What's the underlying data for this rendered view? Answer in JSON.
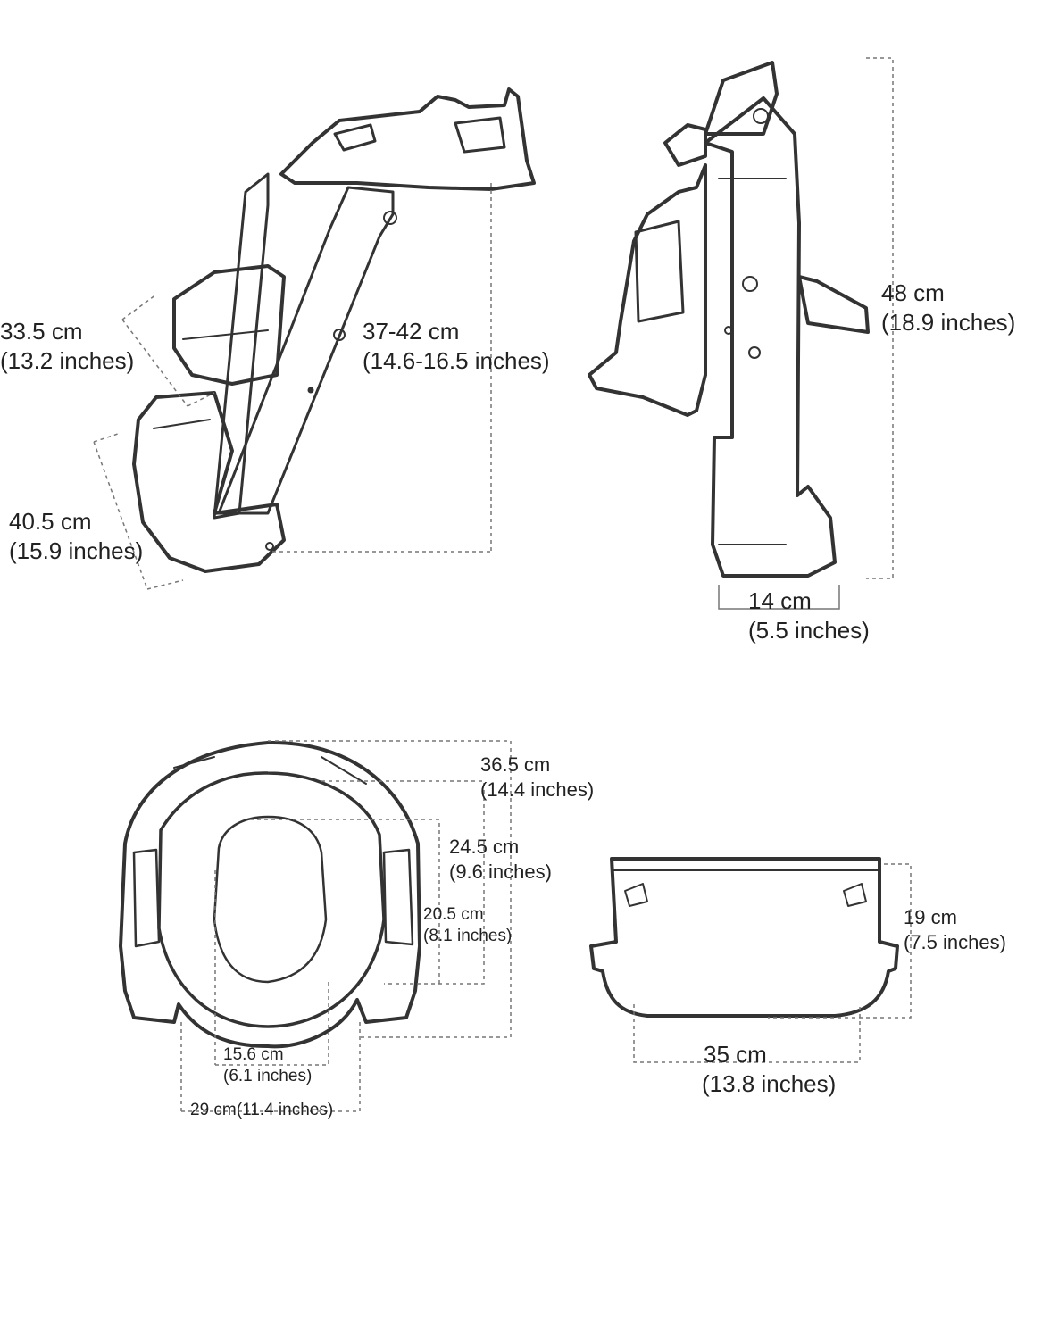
{
  "side_view": {
    "seat_depth": {
      "cm": "33.5 cm",
      "inches": "(13.2 inches)"
    },
    "ladder_height": {
      "cm": "37-42 cm",
      "inches": "(14.6-16.5 inches)"
    },
    "base_length": {
      "cm": "40.5 cm",
      "inches": "(15.9 inches)"
    }
  },
  "front_view": {
    "total_height": {
      "cm": "48 cm",
      "inches": "(18.9 inches)"
    },
    "base_width": {
      "cm": "14 cm",
      "inches": "(5.5 inches)"
    }
  },
  "top_view": {
    "outer_length": {
      "cm": "36.5 cm",
      "inches": "(14.4 inches)"
    },
    "inner_length": {
      "cm": "24.5 cm",
      "inches": "(9.6 inches)"
    },
    "hole_length": {
      "cm": "20.5 cm",
      "inches": "(8.1 inches)"
    },
    "hole_width": {
      "cm": "15.6 cm",
      "inches": "(6.1 inches)"
    },
    "seat_width": {
      "text": "29 cm(11.4 inches)"
    }
  },
  "step_view": {
    "height": {
      "cm": "19 cm",
      "inches": "(7.5 inches)"
    },
    "width": {
      "cm": "35 cm",
      "inches": "(13.8 inches)"
    }
  }
}
